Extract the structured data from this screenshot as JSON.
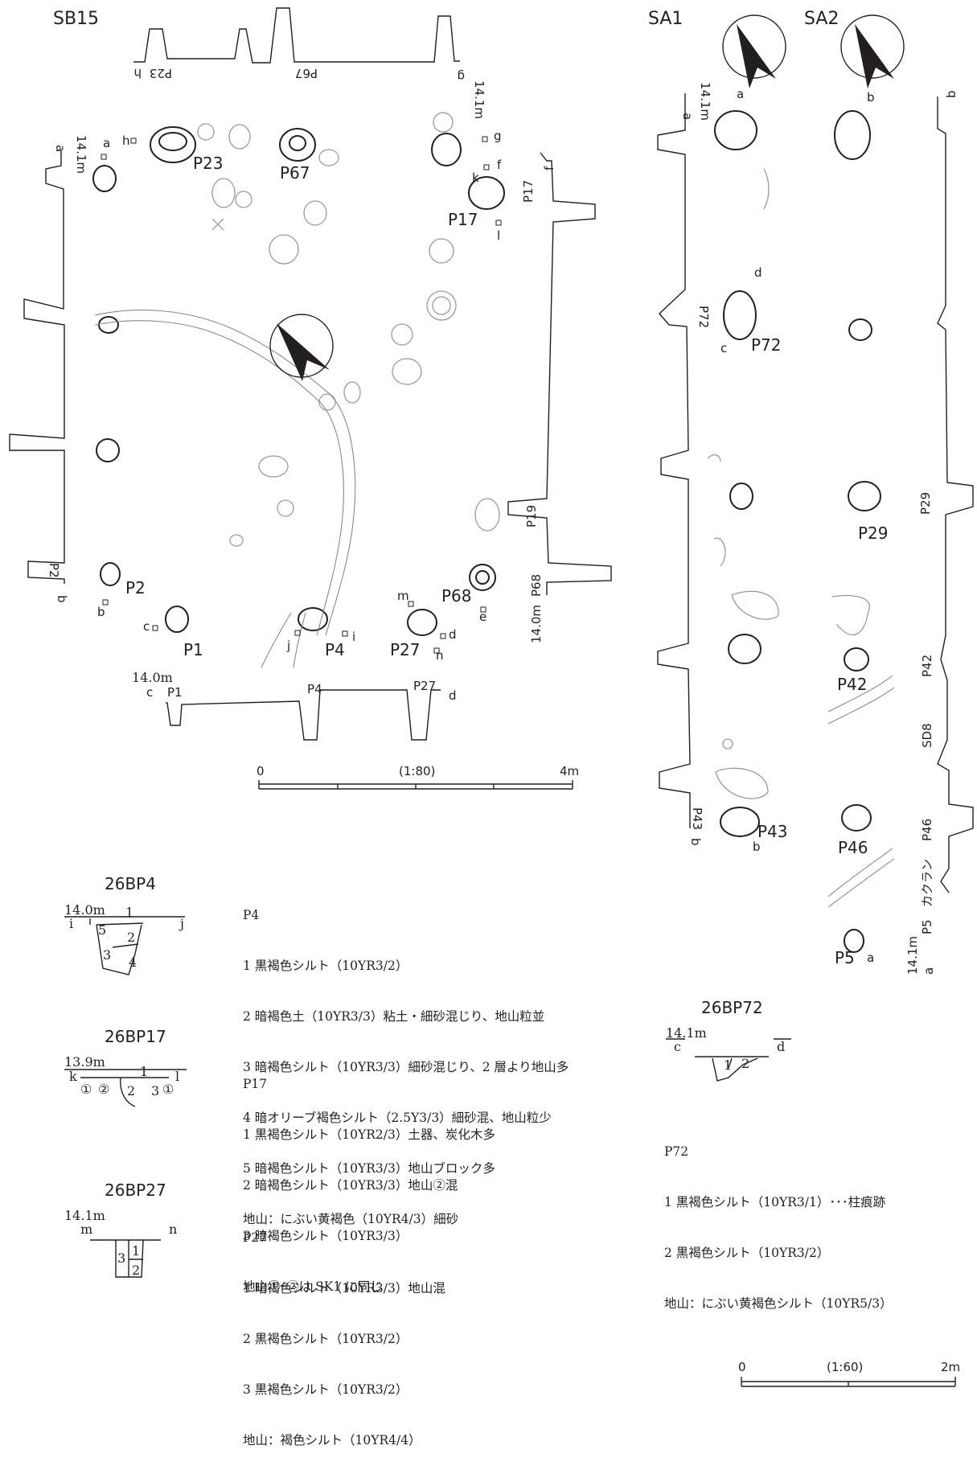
{
  "sb15": {
    "title": "SB15",
    "points": {
      "a": "a",
      "b": "b",
      "c": "c",
      "d": "d",
      "e": "e",
      "f": "f",
      "g": "g",
      "h": "h",
      "i": "i",
      "j": "j",
      "k": "k",
      "l": "l",
      "m": "m",
      "n": "n"
    },
    "pits": [
      "P23",
      "P67",
      "P17",
      "P2",
      "P1",
      "P4",
      "P27",
      "P68"
    ],
    "section_labels": [
      "P23",
      "P67",
      "P17",
      "P19",
      "P68",
      "P2",
      "P1",
      "P4",
      "P27"
    ],
    "elev": [
      "14.1m",
      "14.0m",
      "14.1m",
      "14.0m"
    ],
    "scale": {
      "zero": "0",
      "ratio": "(1:80)",
      "end": "4m"
    }
  },
  "sa": {
    "title1": "SA1",
    "title2": "SA2",
    "pits1": [
      "P72",
      "P43"
    ],
    "pits2": [
      "P29",
      "P42",
      "P46",
      "P5"
    ],
    "sections": [
      "P72",
      "P43",
      "P29",
      "P42",
      "SD8",
      "P46",
      "P5",
      "カクラン"
    ],
    "elev": [
      "14.1m",
      "14.1m"
    ],
    "points": {
      "a": "a",
      "b": "b",
      "c": "c",
      "d": "d"
    }
  },
  "sections": {
    "p4": {
      "title": "26BP4",
      "elev": "14.0m",
      "left": "i",
      "right": "j",
      "layers": [
        "1",
        "2",
        "3",
        "4",
        "5"
      ],
      "legend": [
        "P4",
        "1 黒褐色シルト（10YR3/2）",
        "2 暗褐色土（10YR3/3）粘土・細砂混じり、地山粒並",
        "3 暗褐色シルト（10YR3/3）細砂混じり、2 層より地山多",
        "4 暗オリーブ褐色シルト（2.5Y3/3）細砂混、地山粒少",
        "5 暗褐色シルト（10YR3/3）地山ブロック多",
        "地山：にぶい黄褐色（10YR4/3）細砂"
      ]
    },
    "p17": {
      "title": "26BP17",
      "elev": "13.9m",
      "left": "k",
      "right": "l",
      "layers": [
        "1",
        "2",
        "3",
        "①",
        "②",
        "①"
      ],
      "legend": [
        "P17",
        "1 黒褐色シルト（10YR2/3）土器、炭化木多",
        "2 暗褐色シルト（10YR3/3）地山②混",
        "3 暗褐色シルト（10YR3/3）",
        "地山①･②は SK1 に同じ"
      ]
    },
    "p27": {
      "title": "26BP27",
      "elev": "14.1m",
      "left": "m",
      "right": "n",
      "layers": [
        "1",
        "2",
        "3"
      ],
      "legend": [
        "P27",
        "1 暗褐色シルト（10YR3/3）地山混",
        "2 黒褐色シルト（10YR3/2）",
        "3 黒褐色シルト（10YR3/2）",
        "地山：褐色シルト（10YR4/4）"
      ]
    },
    "p72": {
      "title": "26BP72",
      "elev": "14.1m",
      "left": "c",
      "right": "d",
      "layers": [
        "1",
        "2"
      ],
      "legend": [
        "P72",
        "1 黒褐色シルト（10YR3/1）･･･柱痕跡",
        "2 黒褐色シルト（10YR3/2）",
        "地山：にぶい黄褐色シルト（10YR5/3）"
      ]
    }
  },
  "scale60": {
    "zero": "0",
    "ratio": "(1:60)",
    "end": "2m"
  }
}
